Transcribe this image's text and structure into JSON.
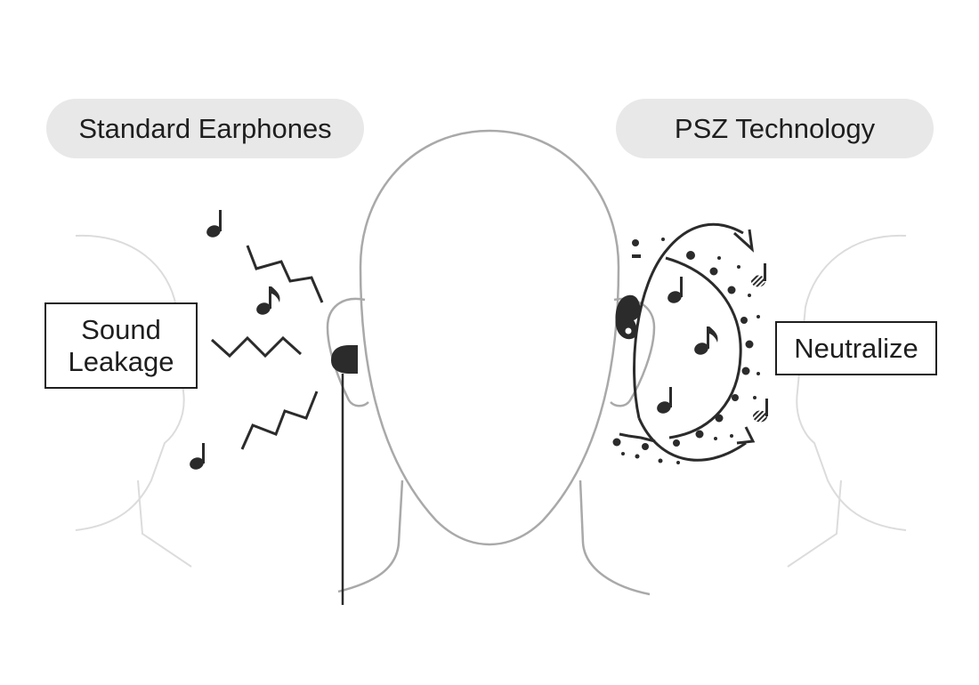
{
  "labels": {
    "standard": "Standard Earphones",
    "psz": "PSZ Technology",
    "sound_leakage_line1": "Sound",
    "sound_leakage_line2": "Leakage",
    "neutralize": "Neutralize"
  },
  "colors": {
    "pill_bg": "#e8e8e8",
    "ink": "#1e1e1e",
    "head_outline": "#a9a9a9",
    "faint_outline": "#dcdcdc"
  },
  "icons": [
    "music-note-icon",
    "zigzag-wave-icon",
    "curved-arrow-icon",
    "earbud-icon",
    "wired-earphone-icon"
  ]
}
